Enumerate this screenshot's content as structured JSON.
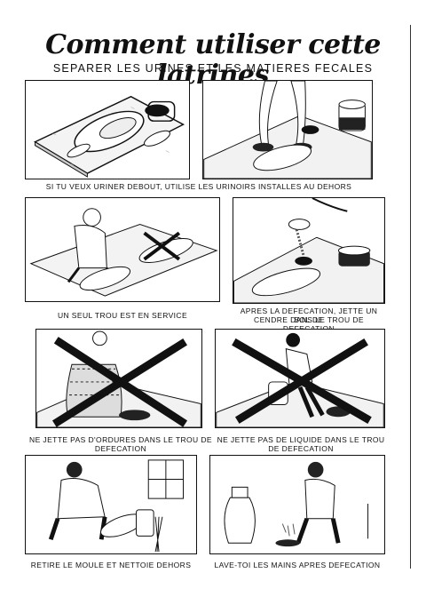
{
  "title": "Comment utiliser cette latrines",
  "subtitle": "SEPARER LES URINES ET LES MATIERES FECALES",
  "captions": {
    "row1": "SI TU VEUX URINER DEBOUT, UTILISE LES URINOIRS INSTALLES AU DEHORS",
    "row2_left": "UN SEUL TROU EST EN SERVICE",
    "row2_right_line1": "APRES LA DEFECATION, JETTE UN BOL DE",
    "row2_right_line2": "CENDRE DANS LE TROU DE DEFECATION",
    "row3_left_line1": "NE JETTE PAS D'ORDURES DANS LE TROU DE",
    "row3_left_line2": "DEFECATION",
    "row3_right_line1": "NE JETTE PAS DE LIQUIDE DANS LE TROU",
    "row3_right_line2": "DE DEFECATION",
    "row4_left": "RETIRE LE MOULE ET NETTOIE DEHORS",
    "row4_right": "LAVE-TOI LES MAINS APRES DEFECATION"
  },
  "prohibited_panels": [
    "row3-left",
    "row3-right"
  ],
  "ink_color": "#111111"
}
